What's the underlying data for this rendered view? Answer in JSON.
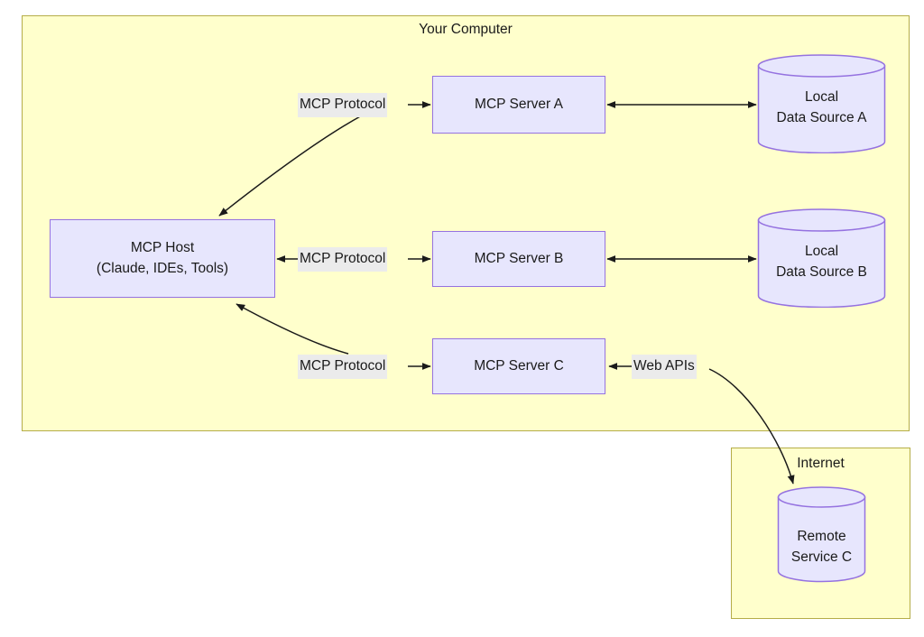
{
  "diagram": {
    "type": "architecture-diagram",
    "title_visible": false,
    "containers": [
      {
        "id": "your-computer",
        "label": "Your Computer"
      },
      {
        "id": "internet",
        "label": "Internet"
      }
    ],
    "nodes": [
      {
        "id": "mcp-host",
        "shape": "rect",
        "label_line1": "MCP Host",
        "label_line2": "(Claude, IDEs, Tools)"
      },
      {
        "id": "mcp-server-a",
        "shape": "rect",
        "label_line1": "MCP Server A",
        "label_line2": ""
      },
      {
        "id": "mcp-server-b",
        "shape": "rect",
        "label_line1": "MCP Server B",
        "label_line2": ""
      },
      {
        "id": "mcp-server-c",
        "shape": "rect",
        "label_line1": "MCP Server C",
        "label_line2": ""
      },
      {
        "id": "local-data-source-a",
        "shape": "cylinder",
        "label_line1": "Local",
        "label_line2": "Data Source A"
      },
      {
        "id": "local-data-source-b",
        "shape": "cylinder",
        "label_line1": "Local",
        "label_line2": "Data Source B"
      },
      {
        "id": "remote-service-c",
        "shape": "cylinder",
        "label_line1": "Remote",
        "label_line2": "Service C"
      }
    ],
    "edge_labels": [
      {
        "id": "mcp-protocol-a",
        "label": "MCP Protocol"
      },
      {
        "id": "mcp-protocol-b",
        "label": "MCP Protocol"
      },
      {
        "id": "mcp-protocol-c",
        "label": "MCP Protocol"
      },
      {
        "id": "web-apis",
        "label": "Web APIs"
      }
    ],
    "colors": {
      "container_fill": "#ffffcc",
      "container_stroke": "#b5ad48",
      "node_fill": "#e7e6fd",
      "node_stroke": "#9572e0",
      "edge_stroke": "#1a1a1a",
      "label_fill": "#ebebeb",
      "text": "#1a1a1a",
      "page_background": "#ffffff"
    }
  }
}
